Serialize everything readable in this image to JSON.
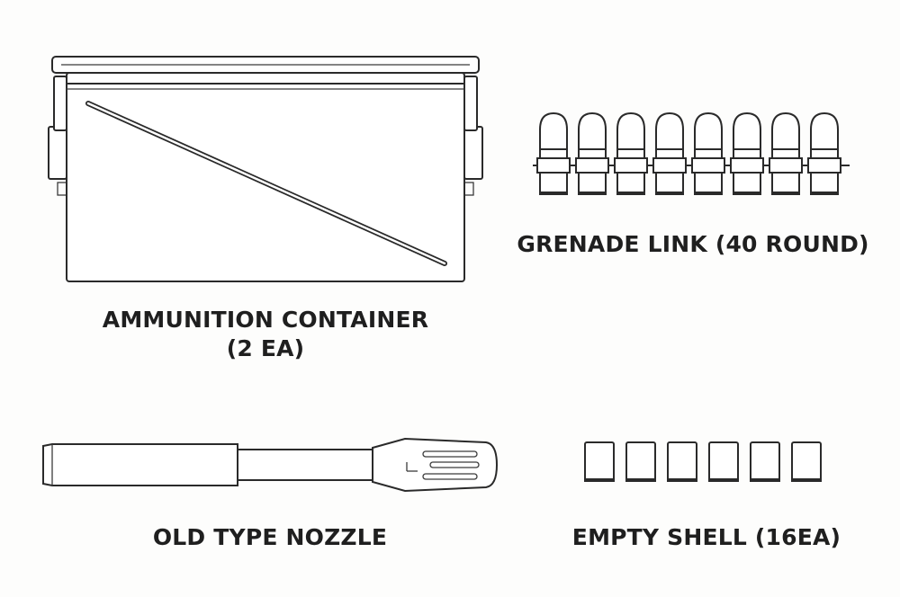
{
  "items": [
    {
      "caption_lines": [
        "AMMUNITION CONTAINER",
        "(2 EA)"
      ]
    },
    {
      "caption_lines": [
        "GRENADE LINK (40 ROUND)"
      ]
    },
    {
      "caption_lines": [
        "OLD TYPE NOZZLE"
      ]
    },
    {
      "caption_lines": [
        "EMPTY SHELL (16EA)"
      ]
    }
  ],
  "grenade_link": {
    "rounds_drawn": 8
  },
  "empty_shell": {
    "shells_drawn": 6
  }
}
